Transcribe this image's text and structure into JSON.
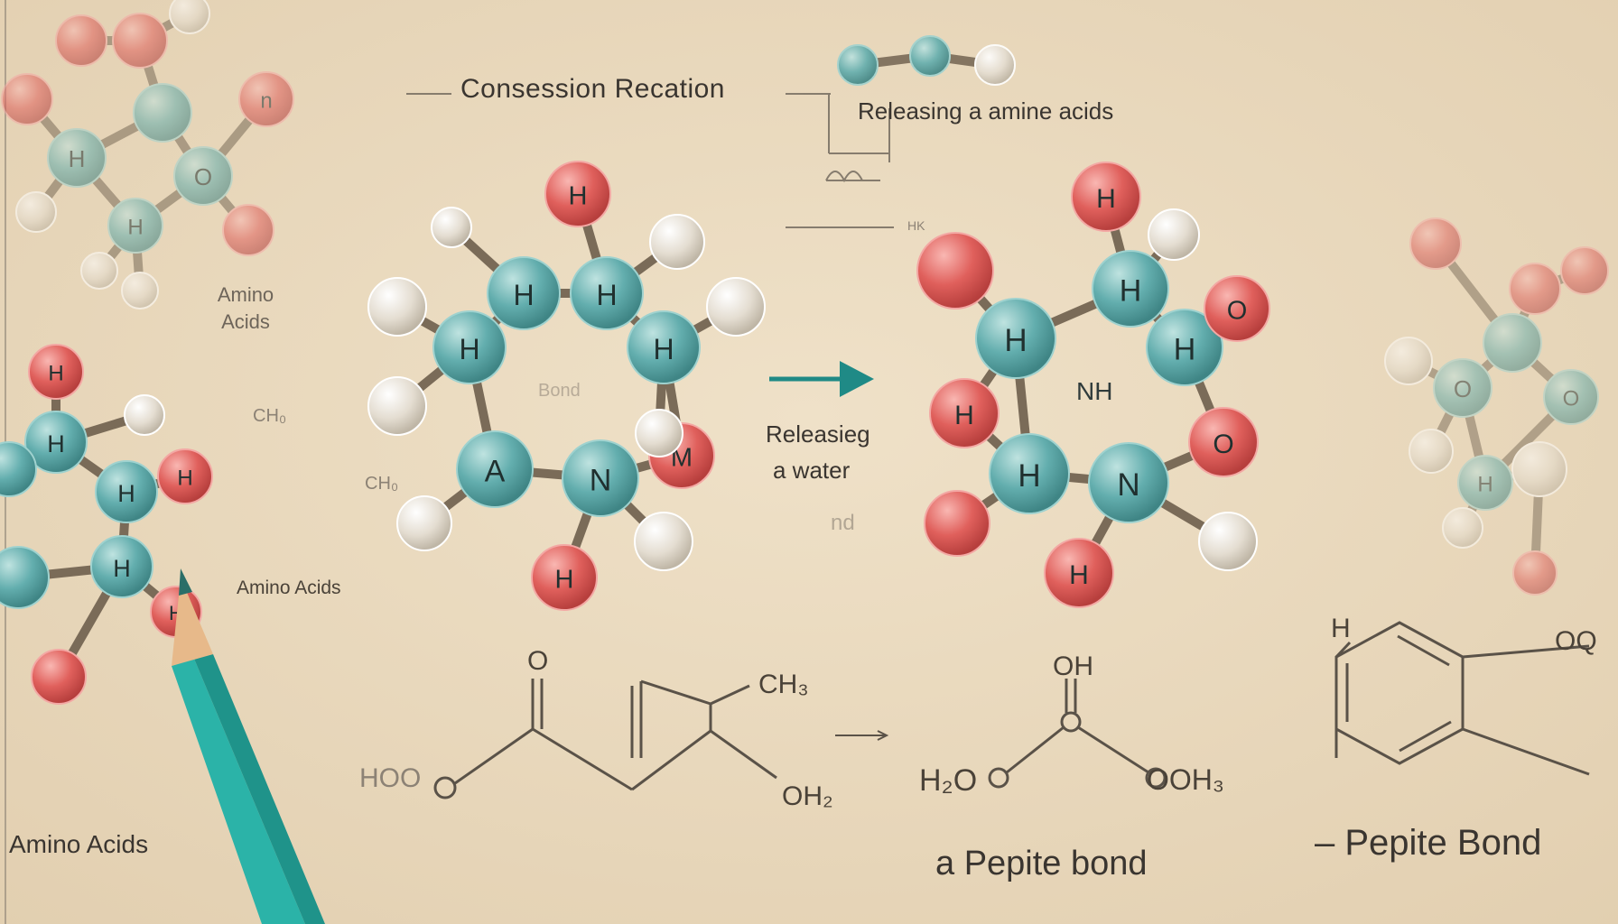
{
  "colors": {
    "paper": "#ecdcc2",
    "paper_edge": "#d9c6a6",
    "teal": "#5fa9a8",
    "red": "#e0605c",
    "white": "#e9e3d8",
    "bond": "#7a6b58",
    "ink": "#3a3530",
    "arrow": "#1f8a86",
    "pencil_body": "#2bb3a8",
    "pencil_wood": "#e7b98a",
    "pencil_lead": "#2a6e68"
  },
  "labels": {
    "title": "Consession Recation",
    "subtitle": "Releasing a amine acids",
    "hk": "HK",
    "amino_acids_top": "Amino Acids",
    "amino_acids_left": "Amino Acids",
    "amino_acids_bottom": "Amino Acids",
    "ch_a": "CH₀",
    "ch_b": "CH₀",
    "releasing_line1": "Releasieg",
    "releasing_line2": "a water",
    "faded_bond": "Bond",
    "faded_nd": "nd",
    "center_nh": "NH",
    "peptide_bond_bottom": "a Pepite bond",
    "peptide_bond_right": "– Pepite Bond"
  },
  "chem_labels": {
    "o_top": "O",
    "ch3": "CH₃",
    "hoo": "HOO",
    "oh2": "OH₂",
    "oh_top": "OH",
    "h2o": "H₂O",
    "ooh": "OOH₃",
    "h_right": "H",
    "oq_right": "OQ"
  },
  "atoms": {
    "left_molecule": [
      "H",
      "H",
      "H",
      "H",
      "H",
      "H"
    ],
    "center_molecule": [
      "H",
      "H",
      "H",
      "H",
      "H",
      "A",
      "N",
      "M",
      "H"
    ],
    "right_molecule": [
      "H",
      "H",
      "H",
      "O",
      "H",
      "H",
      "O",
      "N",
      "H",
      "H",
      "NH"
    ],
    "top_left_molecule": [
      "H",
      "O",
      "n",
      "H"
    ],
    "right_edge_molecule": [
      "O",
      "O",
      "H"
    ]
  },
  "icons": [
    "reaction-arrow-icon",
    "pencil-icon",
    "connector-arrow-icon"
  ]
}
